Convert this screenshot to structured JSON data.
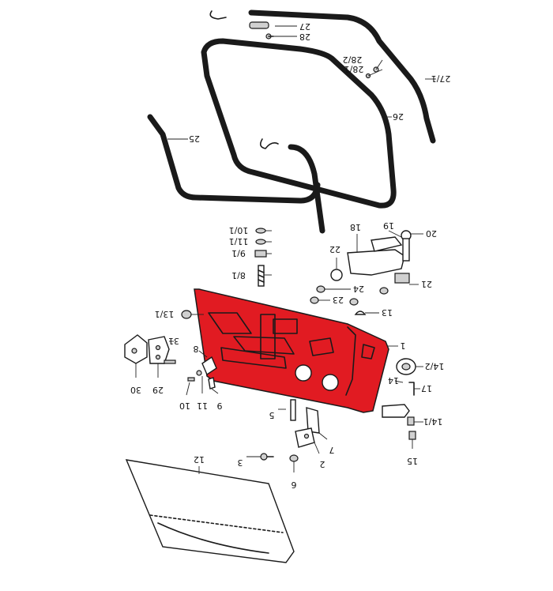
{
  "colors": {
    "highlight": "#e11b22",
    "line": "#1a1a1a",
    "background": "#ffffff"
  },
  "labels": {
    "p1": "1",
    "p2": "2",
    "p3": "3",
    "p5": "5",
    "p6": "6",
    "p7": "7",
    "p8": "8",
    "p8_1": "8/1",
    "p9": "9",
    "p9_1": "9/1",
    "p10": "10",
    "p10_1": "10/1",
    "p11": "11",
    "p11_1": "11/1",
    "p12": "12",
    "p13": "13",
    "p13_1": "13/1",
    "p14": "14",
    "p14_1": "14/1",
    "p14_2": "14/2",
    "p15": "15",
    "p17": "17",
    "p18": "18",
    "p19": "19",
    "p20": "20",
    "p21": "21",
    "p22": "22",
    "p23": "23",
    "p24": "24",
    "p25": "25",
    "p26": "26",
    "p27": "27",
    "p27_1": "27/1",
    "p28": "28",
    "p28_1": "28/1",
    "p28_2": "28/2",
    "p29": "29",
    "p30": "30",
    "p31": "31"
  }
}
